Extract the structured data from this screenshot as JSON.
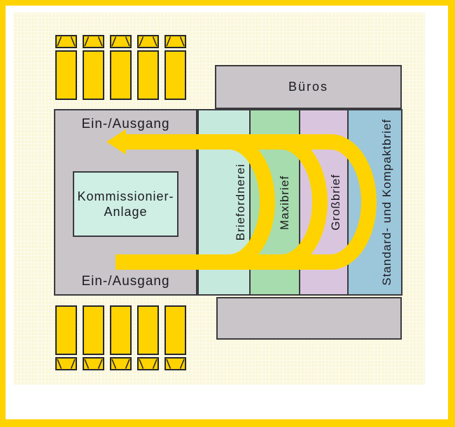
{
  "frame": {
    "border_color": "#FFD300",
    "margin_color": "#FFFFFF",
    "panel_bg": "#FAF7DA"
  },
  "boxes": {
    "bueros": {
      "label": "Büros",
      "bg": "#C9C5C9"
    },
    "io_hall": {
      "top_label": "Ein-/Ausgang",
      "bottom_label": "Ein-/Ausgang",
      "bg": "#C9C5C9"
    },
    "kommissionier": {
      "line1": "Kommissionier-",
      "line2": "Anlage",
      "bg": "#CFEEE4"
    },
    "bottom_hall": {
      "label": "",
      "bg": "#C9C5C9"
    }
  },
  "columns": [
    {
      "label": "Briefordnerei",
      "bg": "#C6E9DD"
    },
    {
      "label": "Maxibrief",
      "bg": "#A7DCAE"
    },
    {
      "label": "Großbrief",
      "bg": "#D9C6DE"
    },
    {
      "label": "Standard- und Kompaktbrief",
      "bg": "#9CC6DA"
    }
  ],
  "flow": {
    "color": "#FFD300",
    "description": "letter flow with nested u-turns through sorting lanes, arrow exits left at Ein-/Ausgang"
  },
  "trucks": {
    "color": "#FFD300",
    "outline": "#26262B",
    "top_row_count": 5,
    "bottom_row_count": 5
  },
  "text_color": "#1B1B20",
  "outline_color": "#3A3A3F"
}
